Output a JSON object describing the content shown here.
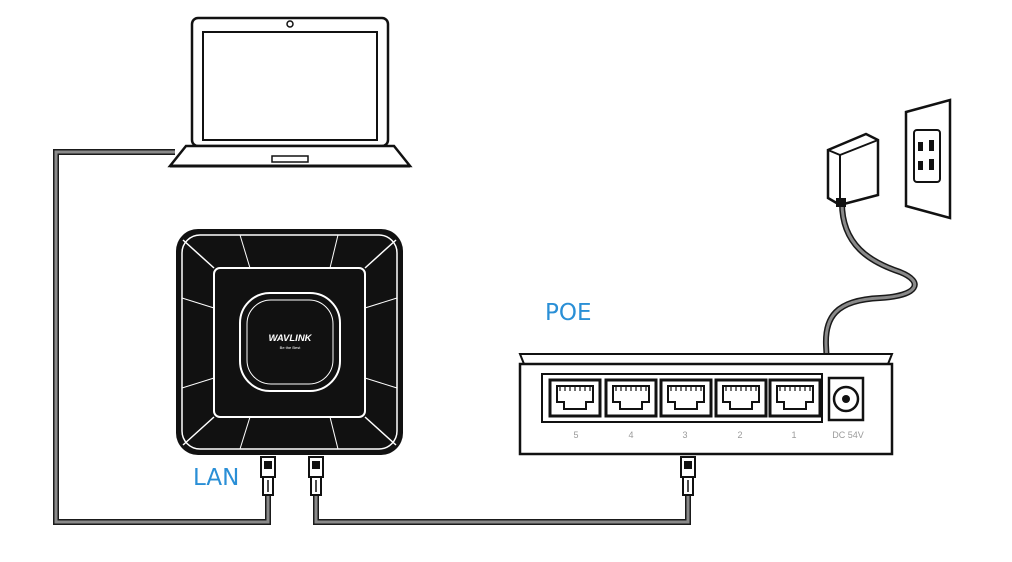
{
  "labels": {
    "poe": "POE",
    "lan": "LAN",
    "dc_input": "DC 54V"
  },
  "switch_ports": [
    "5",
    "4",
    "3",
    "2",
    "1"
  ],
  "access_point": {
    "brand": "WAVLINK",
    "tagline": "Be the Best"
  },
  "colors": {
    "label": "#2a8fd6",
    "cable": "#555555",
    "device": "#111111"
  }
}
